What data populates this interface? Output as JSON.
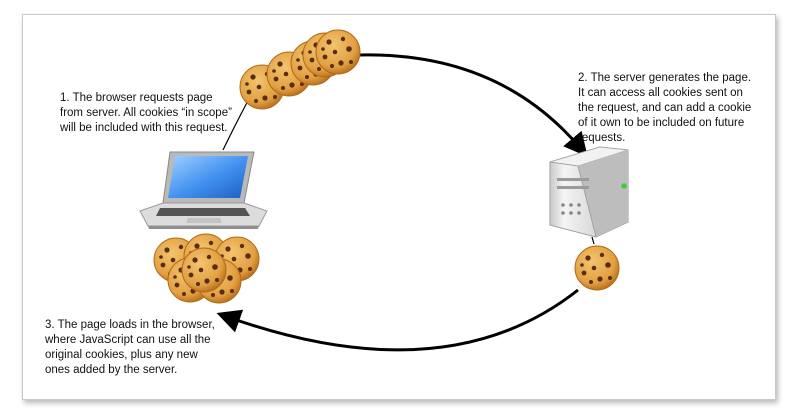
{
  "steps": {
    "step1": "1. The browser requests page\nfrom server. All cookies “in scope”\nwill be included with this request.",
    "step2": "2. The server generates the page.\nIt can access all cookies sent on\nthe request, and can add a cookie\nof it own to be included on future\nrequests.",
    "step3": "3. The page loads in the browser,\nwhere JavaScript can use all the\noriginal cookies, plus any new\nones added by the server."
  },
  "icons": {
    "client": "laptop-icon",
    "server": "server-tower-icon",
    "cookie": "cookie-icon"
  },
  "colors": {
    "cookie": "#e2a042",
    "cookie_dark": "#b36a18",
    "chip": "#5a2d12",
    "arrow": "#000000",
    "laptop_screen": "#3f8ff0",
    "server_body": "#e8e8e8"
  }
}
